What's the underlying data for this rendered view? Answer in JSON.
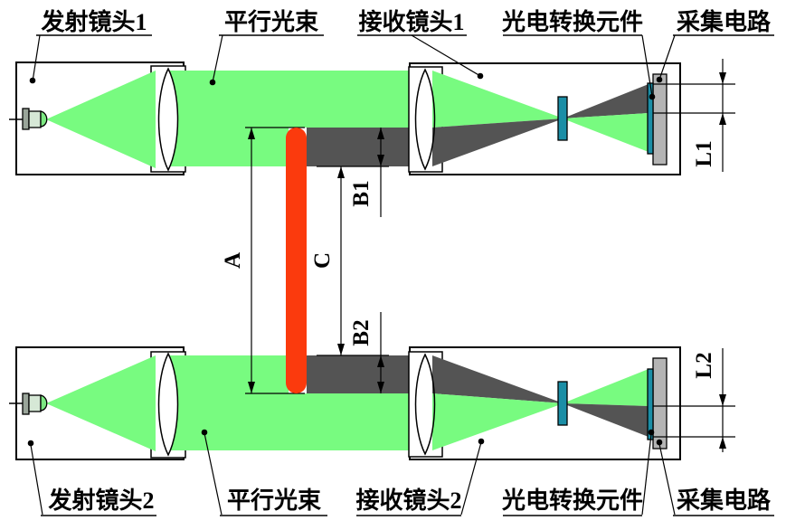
{
  "diagram": {
    "kind": "dual-beam photoelectric diameter measurement schematic",
    "labels_top": [
      "发射镜头1",
      "平行光束",
      "接收镜头1",
      "光电转换元件",
      "采集电路"
    ],
    "labels_bottom": [
      "发射镜头2",
      "平行光束",
      "接收镜头2",
      "光电转换元件",
      "采集电路"
    ],
    "dims": {
      "A": "A",
      "B1": "B1",
      "B2": "B2",
      "C": "C",
      "L1": "L1",
      "L2": "L2"
    },
    "colors": {
      "beam": "#78fb80",
      "shadow": "#545454",
      "rod": "#fb3a0d",
      "sensor": "#1b8ea6",
      "board": "#b4b4b4",
      "led_body": "#d6e8d6",
      "led_pin": "#9aa59a",
      "line": "#000000"
    }
  }
}
